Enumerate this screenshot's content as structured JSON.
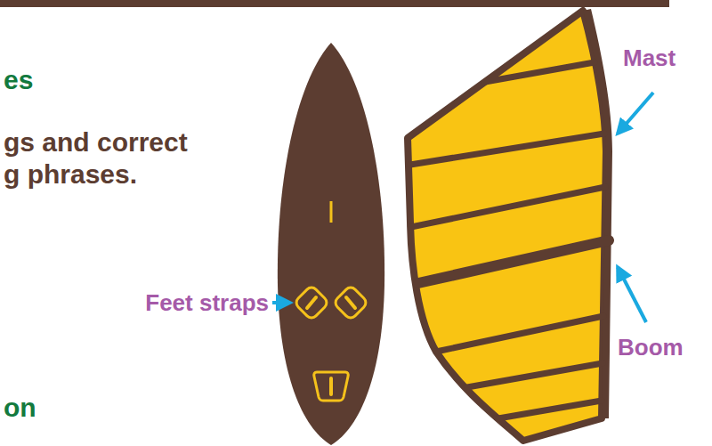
{
  "diagram": {
    "labels": [
      "Mast",
      "es",
      "gs and correct g phrases.",
      "Feet straps",
      "Boom",
      "on"
    ]
  }
}
